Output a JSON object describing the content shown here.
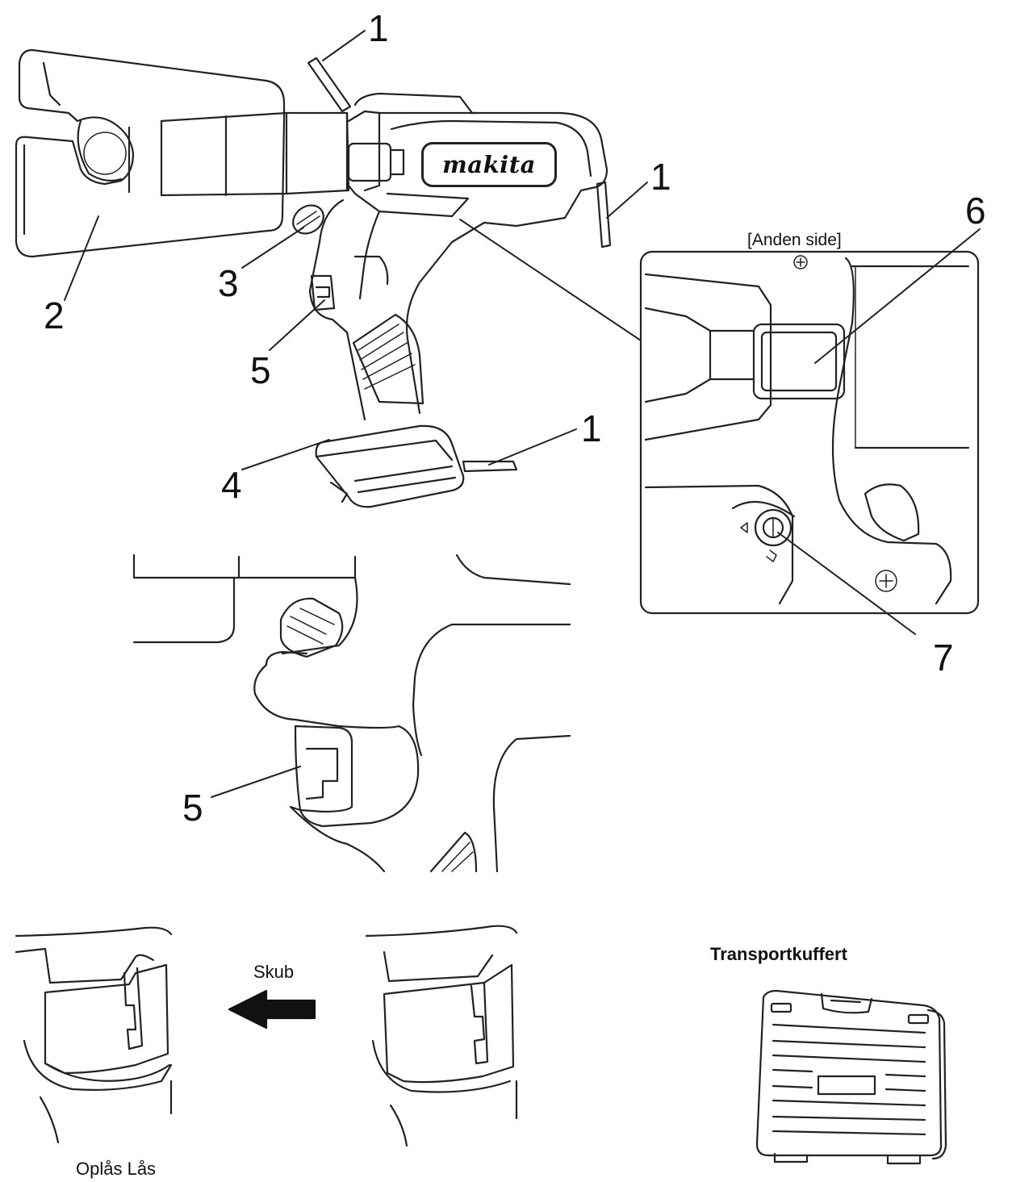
{
  "callouts": {
    "c1a": "1",
    "c1b": "1",
    "c1c": "1",
    "c2": "2",
    "c3": "3",
    "c4": "4",
    "c5a": "5",
    "c5b": "5",
    "c6": "6",
    "c7": "7"
  },
  "brand_logo": "makita",
  "inset_caption": "[Anden side]",
  "push_label": "Skub",
  "unlock_label": "Oplås Lås",
  "case_label": "Transportkuffert",
  "icons": {
    "arrow": "left-arrow-icon",
    "screw": "phillips-screw-icon"
  }
}
